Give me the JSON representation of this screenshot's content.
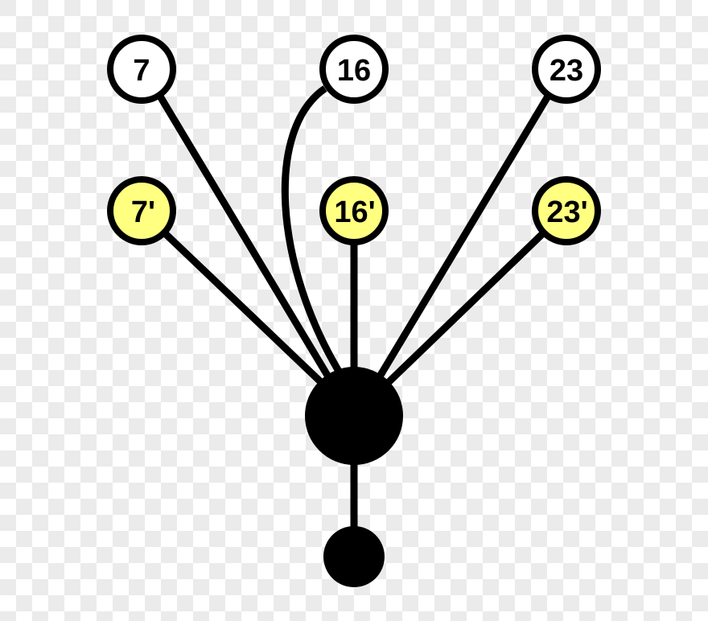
{
  "diagram": {
    "colors": {
      "plain_fill": "#ffffff",
      "primed_fill": "#ffff80",
      "stroke": "#000000",
      "hub_fill": "#000000",
      "checker_light": "#ffffff",
      "checker_dark": "#ebebeb"
    },
    "nodes": {
      "n7": {
        "label": "7",
        "type": "plain"
      },
      "n16": {
        "label": "16",
        "type": "plain"
      },
      "n23": {
        "label": "23",
        "type": "plain"
      },
      "n7p": {
        "label": "7'",
        "type": "primed"
      },
      "n16p": {
        "label": "16'",
        "type": "primed"
      },
      "n23p": {
        "label": "23'",
        "type": "primed"
      },
      "hub": {
        "label": "",
        "type": "filled-large"
      },
      "root": {
        "label": "",
        "type": "filled-small"
      }
    },
    "edges": [
      {
        "from": "n7",
        "to": "hub",
        "shape": "straight"
      },
      {
        "from": "n16",
        "to": "hub",
        "shape": "curved"
      },
      {
        "from": "n23",
        "to": "hub",
        "shape": "straight"
      },
      {
        "from": "n7p",
        "to": "hub",
        "shape": "straight"
      },
      {
        "from": "n16p",
        "to": "hub",
        "shape": "straight"
      },
      {
        "from": "n23p",
        "to": "hub",
        "shape": "straight"
      },
      {
        "from": "hub",
        "to": "root",
        "shape": "straight"
      }
    ]
  }
}
